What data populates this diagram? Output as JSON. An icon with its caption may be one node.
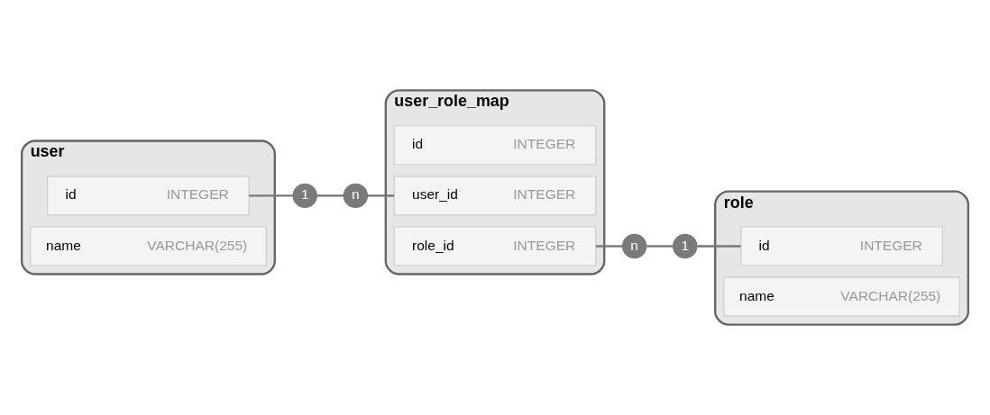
{
  "diagram": {
    "nodes": [
      {
        "text": [
          "user"
        ]
      },
      {
        "text": [
          "id",
          "INTEGER"
        ],
        "in": 0
      },
      {
        "text": [
          "name",
          "VARCHAR(255)"
        ],
        "in": 0
      },
      {
        "text": [
          "user_role_map"
        ]
      },
      {
        "text": [
          "id",
          "INTEGER"
        ],
        "in": 3
      },
      {
        "text": [
          "user_id",
          "INTEGER"
        ],
        "in": 3
      },
      {
        "text": [
          "role_id",
          "INTEGER"
        ],
        "in": 3
      },
      {
        "text": [
          "role"
        ]
      },
      {
        "text": [
          "id",
          "INTEGER"
        ],
        "in": 7
      },
      {
        "text": [
          "name",
          "VARCHAR(255)"
        ],
        "in": 7
      },
      {
        "text": [
          "1"
        ]
      },
      {
        "text": [
          "n"
        ]
      },
      {
        "text": [
          "1"
        ]
      },
      {
        "text": [
          "n"
        ]
      }
    ],
    "edges": [
      {
        "from": 1,
        "to": 10,
        "arrow": "none"
      },
      {
        "from": 10,
        "to": 11,
        "arrow": "none"
      },
      {
        "from": 11,
        "to": 5,
        "arrow": "none"
      },
      {
        "from": 6,
        "to": 13,
        "arrow": "none"
      },
      {
        "from": 13,
        "to": 12,
        "arrow": "none"
      },
      {
        "from": 12,
        "to": 8,
        "arrow": "none"
      }
    ]
  }
}
